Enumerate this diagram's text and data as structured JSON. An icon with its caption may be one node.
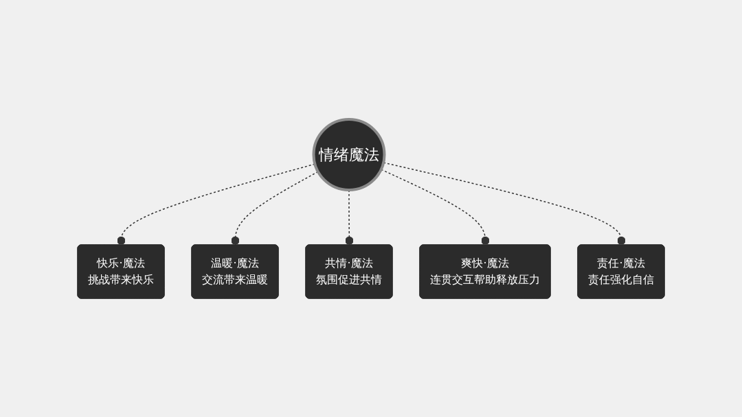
{
  "diagram": {
    "nodes": [
      {
        "text": [
          "情绪魔法"
        ]
      },
      {
        "text": [
          "快乐·魔法",
          "挑战带来快乐"
        ]
      },
      {
        "text": [
          "温暖·魔法",
          "交流带来温暖"
        ]
      },
      {
        "text": [
          "共情·魔法",
          "氛围促进共情"
        ]
      },
      {
        "text": [
          "爽快·魔法",
          "连贯交互帮助释放压力"
        ]
      },
      {
        "text": [
          "责任·魔法",
          "责任强化自信"
        ]
      }
    ],
    "edges": [
      {
        "from": 0,
        "to": 1,
        "arrow": "other",
        "style": "dashed"
      },
      {
        "from": 0,
        "to": 2,
        "arrow": "other",
        "style": "dashed"
      },
      {
        "from": 0,
        "to": 3,
        "arrow": "other",
        "style": "dashed"
      },
      {
        "from": 0,
        "to": 4,
        "arrow": "other",
        "style": "dashed"
      },
      {
        "from": 0,
        "to": 5,
        "arrow": "other",
        "style": "dashed"
      }
    ]
  }
}
